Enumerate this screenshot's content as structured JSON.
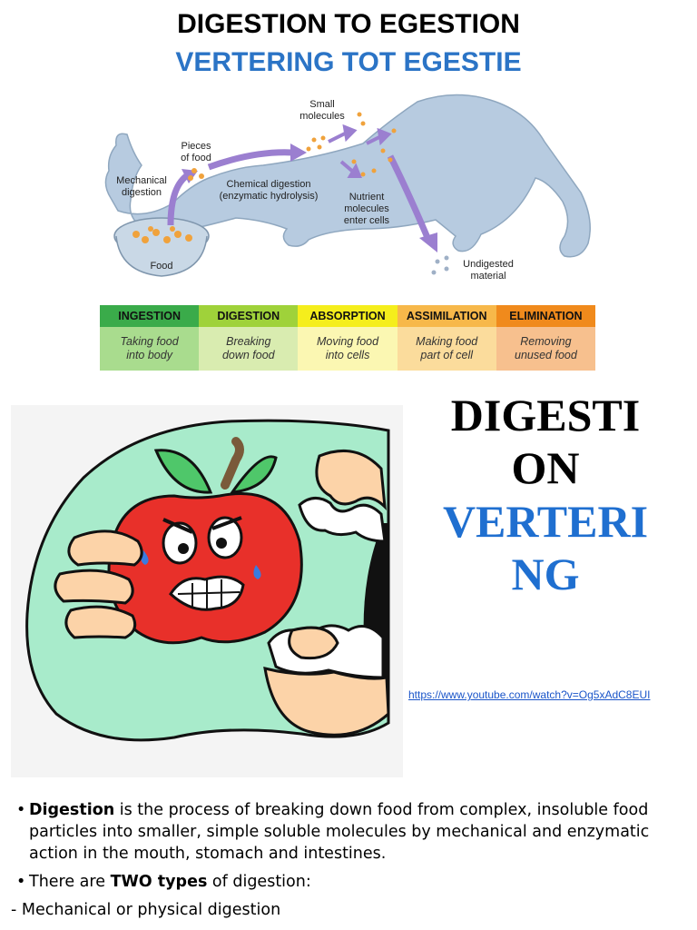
{
  "heading": {
    "title": "DIGESTION TO EGESTION",
    "subtitle": "VERTERING TOT EGESTIE"
  },
  "diagram": {
    "labels": {
      "small_molecules_1": "Small",
      "small_molecules_2": "molecules",
      "pieces_1": "Pieces",
      "pieces_2": "of food",
      "mechanical_1": "Mechanical",
      "mechanical_2": "digestion",
      "chemical_1": "Chemical digestion",
      "chemical_2": "(enzymatic hydrolysis)",
      "nutrient_1": "Nutrient",
      "nutrient_2": "molecules",
      "nutrient_3": "enter cells",
      "food": "Food",
      "undigested_1": "Undigested",
      "undigested_2": "material"
    },
    "colors": {
      "cat": "#b7cbe0",
      "cat_outline": "#8fa7bf",
      "arrow": "#9b7fd0",
      "particles": "#f0a23c",
      "bowl": "#c9d8e6"
    }
  },
  "stages": [
    {
      "name": "INGESTION",
      "desc": "Taking food\ninto body",
      "head_color": "#3aab4a",
      "desc_color": "#a9dc8e"
    },
    {
      "name": "DIGESTION",
      "desc": "Breaking\ndown food",
      "head_color": "#9fd23a",
      "desc_color": "#d9ecb0"
    },
    {
      "name": "ABSORPTION",
      "desc": "Moving food\ninto cells",
      "head_color": "#f5ee1c",
      "desc_color": "#fbf7b2"
    },
    {
      "name": "ASSIMILATION",
      "desc": "Making food\npart of cell",
      "head_color": "#f7b84a",
      "desc_color": "#fbdc9c"
    },
    {
      "name": "ELIMINATION",
      "desc": "Removing\nunused food",
      "head_color": "#f08a1c",
      "desc_color": "#f7c08e"
    }
  ],
  "big_text": {
    "en": "DIGESTI\nON",
    "af": "VERTERI\nNG",
    "af_color": "#1f6fd0"
  },
  "link": "https://www.youtube.com/watch?v=Og5xAdC8EUI",
  "bullets": {
    "b1_bold": "Digestion",
    "b1_rest": " is the process of breaking down food from complex, insoluble food particles into smaller, simple soluble molecules by mechanical and enzymatic action in the mouth, stomach and intestines.",
    "b2_pre": "There are ",
    "b2_bold": "TWO types",
    "b2_post": " of digestion:",
    "line3": "- Mechanical or physical digestion"
  }
}
